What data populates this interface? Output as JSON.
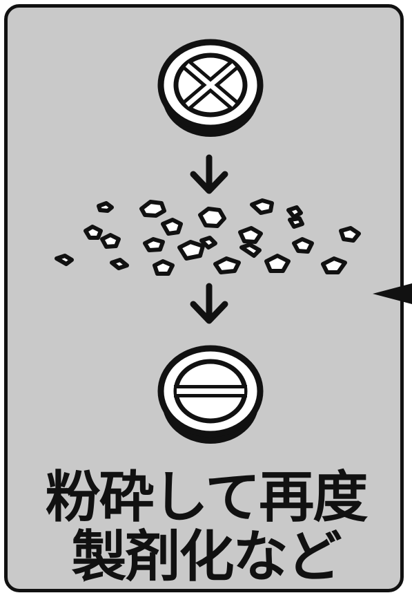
{
  "caption": {
    "line1": "粉砕して再度",
    "line2": "製剤化など"
  },
  "icons": [
    "scored-tablet-cross-icon",
    "arrow-down-icon",
    "tablet-fragments",
    "arrow-down-icon",
    "tablet-single-score-icon",
    "pointer-triangle-icon"
  ],
  "colors": {
    "panel": "#c9c9c9",
    "ink": "#111111",
    "fill": "#ffffff"
  }
}
